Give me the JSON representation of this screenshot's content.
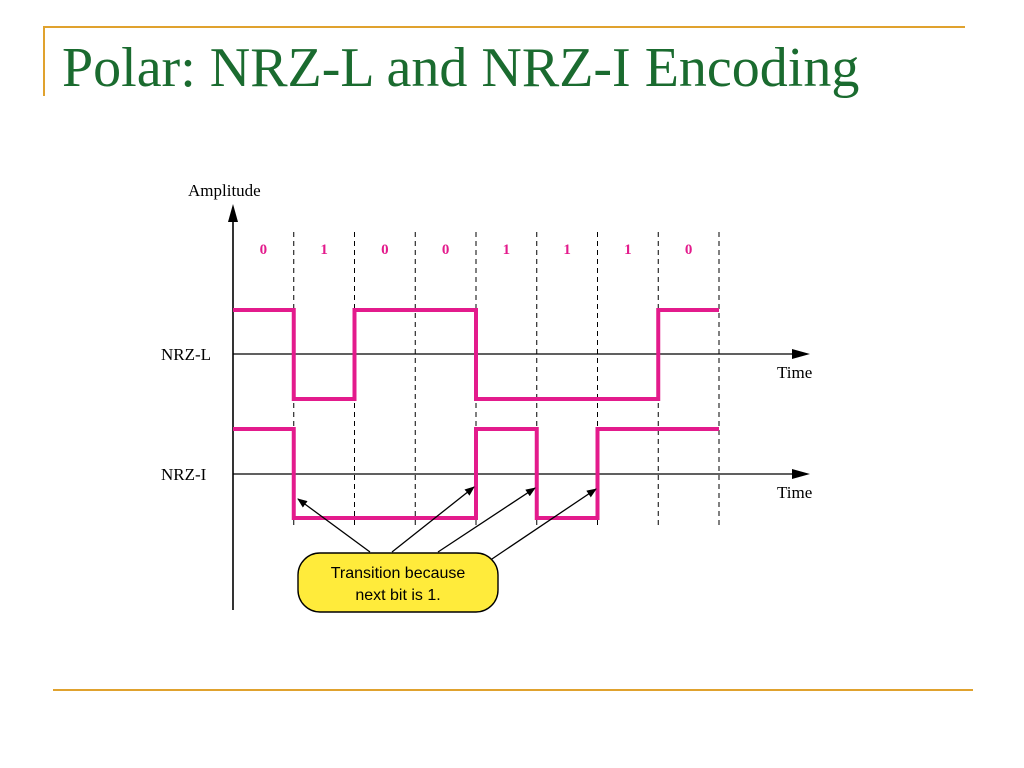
{
  "slide": {
    "title": "Polar: NRZ-L and NRZ-I Encoding"
  },
  "diagram": {
    "axis_label_amplitude": "Amplitude",
    "signal_labels": [
      "NRZ-L",
      "NRZ-I"
    ],
    "time_label": "Time",
    "bits": [
      "0",
      "1",
      "0",
      "0",
      "1",
      "1",
      "1",
      "0"
    ],
    "nrz_l_levels": [
      "high",
      "low",
      "high",
      "high",
      "low",
      "low",
      "low",
      "high"
    ],
    "nrz_i_levels": [
      "high",
      "low",
      "low",
      "low",
      "high",
      "low",
      "high",
      "high"
    ],
    "callout": {
      "line1": "Transition because",
      "line2": "next bit is 1."
    }
  },
  "colors": {
    "title": "#1a6b2f",
    "rule": "#e0a22e",
    "signal": "#e31b8c",
    "callout_fill": "#ffeb3b"
  }
}
